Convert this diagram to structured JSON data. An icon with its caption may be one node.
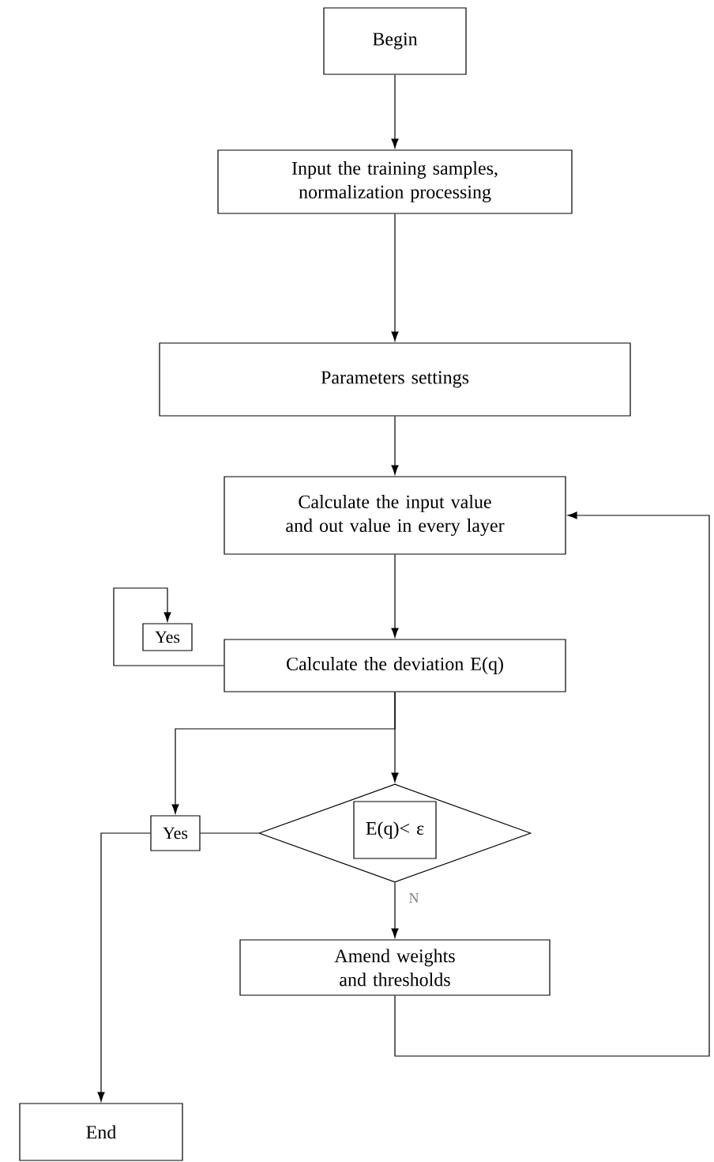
{
  "diagram": {
    "nodes": [
      {
        "text": [
          "Begin"
        ]
      },
      {
        "text": [
          "Input the training samples, normalization processing"
        ]
      },
      {
        "text": [
          "Parameters settings"
        ]
      },
      {
        "text": [
          "Calculate the input value and out value in every layer"
        ]
      },
      {
        "text": [
          "Yes"
        ]
      },
      {
        "text": [
          "Calculate the  deviation E(q)"
        ]
      },
      {
        "text": [
          "Yes"
        ]
      },
      {
        "text": [
          "E(q)< ε"
        ]
      },
      {
        "text": [
          "Amend weights and thresholds"
        ]
      },
      {
        "text": [
          "End"
        ]
      }
    ],
    "edges": [
      {
        "from": 0,
        "to": 1,
        "arrow": "to"
      },
      {
        "from": 1,
        "to": 2,
        "arrow": "to"
      },
      {
        "from": 2,
        "to": 3,
        "arrow": "to"
      },
      {
        "from": 3,
        "to": 5,
        "arrow": "to"
      },
      {
        "from": 5,
        "to": 4,
        "arrow": "to"
      },
      {
        "from": 5,
        "to": 7,
        "arrow": "to"
      },
      {
        "from": 5,
        "to": 6,
        "arrow": "to"
      },
      {
        "from": 7,
        "to": 6,
        "arrow": "none"
      },
      {
        "from": 6,
        "to": 9,
        "arrow": "to"
      },
      {
        "from": 7,
        "to": 8,
        "arrow": "to",
        "label": "N"
      },
      {
        "from": 8,
        "to": 3,
        "arrow": "to"
      }
    ]
  }
}
